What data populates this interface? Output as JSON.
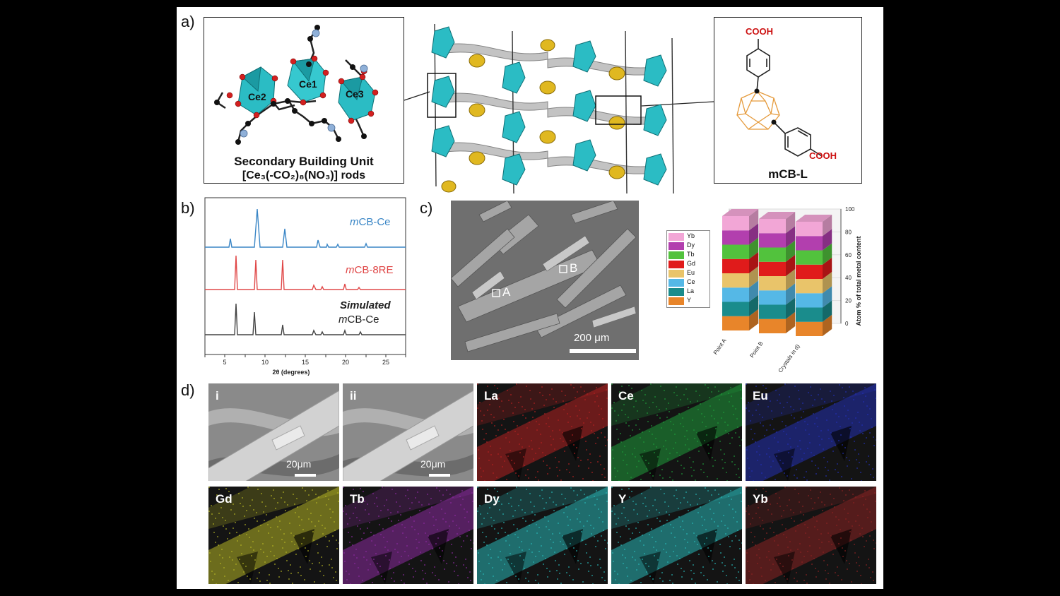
{
  "panel_labels": {
    "a": "a)",
    "b": "b)",
    "c": "c)",
    "d": "d)"
  },
  "panel_a": {
    "sbu_title": "Secondary Building Unit",
    "sbu_formula": "[Ce₃(-CO₂)₈(NO₃)]   rods",
    "ce_labels": [
      "Ce2",
      "Ce1",
      "Ce3"
    ],
    "linker": {
      "top_group": "COOH",
      "bottom_group": "COOH",
      "name": "mCB-L"
    },
    "colors": {
      "ce_polyhedra": "#2bbcc4",
      "carborane": "#e0b820",
      "cooh": "#cc1111",
      "cage": "#e59a3b"
    }
  },
  "panel_b": {
    "xlabel": "2θ (degrees)",
    "x_ticks": [
      "5",
      "10",
      "15",
      "20",
      "25"
    ],
    "series": [
      {
        "name": "mCB-Ce",
        "prefix": "m",
        "rest": "CB-Ce",
        "color": "#3a86c6"
      },
      {
        "name": "mCB-8RE",
        "prefix": "m",
        "rest": "CB-8RE",
        "color": "#e04848"
      },
      {
        "name": "Simulated mCB-Ce",
        "line1": "Simulated",
        "prefix": "m",
        "rest": "CB-Ce",
        "color": "#444444"
      }
    ]
  },
  "panel_c": {
    "sem_points": [
      "A",
      "B"
    ],
    "scale_bar": "200 μm",
    "chart_data": {
      "type": "bar",
      "stacked": true,
      "categories": [
        "Point A",
        "Point B",
        "Crystals in d)"
      ],
      "ylabel": "Atom % of total metal content",
      "ylim": [
        0,
        100
      ],
      "y_ticks": [
        "0",
        "20",
        "40",
        "60",
        "80",
        "100"
      ],
      "legend": [
        "Yb",
        "Dy",
        "Tb",
        "Gd",
        "Eu",
        "Ce",
        "La",
        "Y"
      ],
      "series": [
        {
          "name": "Y",
          "color": "#e8852a",
          "values": [
            12.5,
            12.5,
            12.5
          ]
        },
        {
          "name": "La",
          "color": "#1a8c8c",
          "values": [
            12.5,
            12.5,
            12.5
          ]
        },
        {
          "name": "Ce",
          "color": "#55b8e6",
          "values": [
            12.5,
            12.5,
            12.5
          ]
        },
        {
          "name": "Eu",
          "color": "#e9c46a",
          "values": [
            12.5,
            12.5,
            12.5
          ]
        },
        {
          "name": "Gd",
          "color": "#e01b1b",
          "values": [
            12.5,
            12.5,
            12.5
          ]
        },
        {
          "name": "Tb",
          "color": "#52c23d",
          "values": [
            12.5,
            12.5,
            12.5
          ]
        },
        {
          "name": "Dy",
          "color": "#b23fae",
          "values": [
            12.5,
            12.5,
            12.5
          ]
        },
        {
          "name": "Yb",
          "color": "#f2a6d6",
          "values": [
            12.5,
            12.5,
            12.5
          ]
        }
      ]
    }
  },
  "panel_d": {
    "tiles": [
      {
        "label": "i",
        "kind": "sem",
        "scale": "20μm"
      },
      {
        "label": "ii",
        "kind": "sem",
        "scale": "20μm"
      },
      {
        "label": "La",
        "kind": "map",
        "color": "#b32020"
      },
      {
        "label": "Ce",
        "kind": "map",
        "color": "#1f9a3a"
      },
      {
        "label": "Eu",
        "kind": "map",
        "color": "#2330b0"
      },
      {
        "label": "Gd",
        "kind": "map",
        "color": "#b4b424"
      },
      {
        "label": "Tb",
        "kind": "map",
        "color": "#8a2a9e"
      },
      {
        "label": "Dy",
        "kind": "map",
        "color": "#28b6b6"
      },
      {
        "label": "Y",
        "kind": "map",
        "color": "#28b6b6"
      },
      {
        "label": "Yb",
        "kind": "map",
        "color": "#8a2222"
      }
    ]
  }
}
